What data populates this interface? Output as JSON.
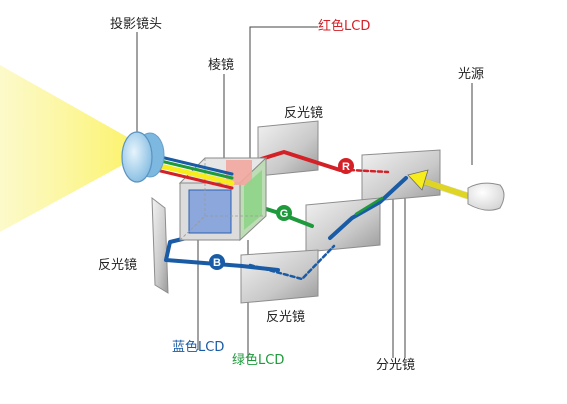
{
  "labels": {
    "projection_lens": "投影镜头",
    "prism": "棱镜",
    "red_lcd": "红色LCD",
    "light_source": "光源",
    "mirror_top": "反光镜",
    "mirror_left": "反光镜",
    "mirror_bottom": "反光镜",
    "blue_lcd": "蓝色LCD",
    "green_lcd": "绿色LCD",
    "dichroic_mirror": "分光镜"
  },
  "badges": {
    "red": "R",
    "green": "G",
    "blue": "B"
  },
  "colors": {
    "red": "#d42027",
    "green": "#1e9a3c",
    "blue": "#1a5ba6",
    "yellow": "#f7ec1c",
    "lens": "#a9d3ee",
    "text": "#222222"
  }
}
